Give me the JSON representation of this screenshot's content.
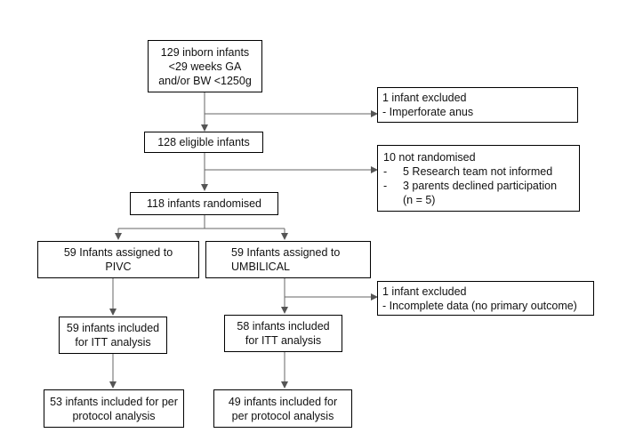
{
  "boxes": {
    "inborn": [
      "129 inborn infants",
      "<29 weeks GA",
      "and/or BW <1250g"
    ],
    "excluded1": {
      "title": "1 infant excluded",
      "reason": "- Imperforate anus"
    },
    "eligible": "128 eligible infants",
    "not_randomised": {
      "title": "10 not randomised",
      "items": [
        {
          "bullet": "-",
          "text": "5 Research team not informed"
        },
        {
          "bullet": "-",
          "text": "3 parents declined participation"
        }
      ],
      "note": "(n = 5)"
    },
    "randomised": "118 infants randomised",
    "pivc": [
      "59 Infants assigned to",
      "PIVC"
    ],
    "umbilical": [
      "59 Infants assigned to",
      "UMBILICAL"
    ],
    "excluded2": {
      "title": "1 infant excluded",
      "reason": "- Incomplete data (no primary outcome)"
    },
    "itt_pivc": [
      "59 infants included",
      "for ITT analysis"
    ],
    "itt_umb": [
      "58 infants included",
      "for ITT analysis"
    ],
    "pp_pivc": [
      "53 infants included for per",
      "protocol analysis"
    ],
    "pp_umb": [
      "49 infants included for",
      "per protocol analysis"
    ]
  }
}
